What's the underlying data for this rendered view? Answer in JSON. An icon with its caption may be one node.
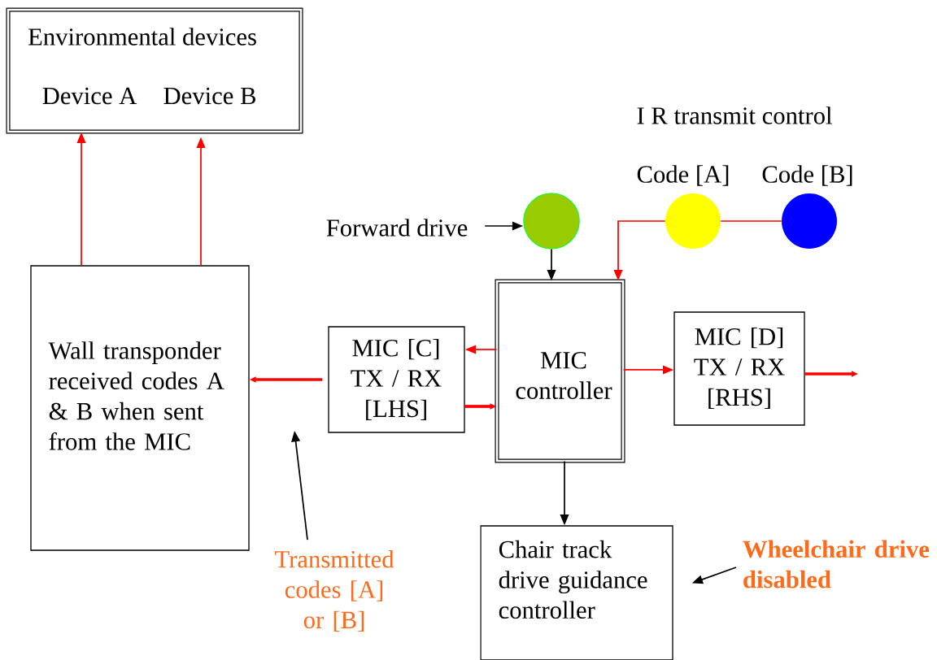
{
  "diagram": {
    "nodes": [
      {
        "text": [
          "Environmental devices",
          "Device A",
          "Device B"
        ]
      },
      {
        "text": [
          "Wall transponder received codes A & B when sent from the MIC"
        ]
      },
      {
        "text": [
          "MIC [C] TX / RX [LHS]"
        ]
      },
      {
        "text": [
          "MIC controller"
        ]
      },
      {
        "text": [
          "MIC [D] TX / RX [RHS]"
        ]
      },
      {
        "text": [
          "Forward drive"
        ]
      },
      {
        "text": [],
        "shape": "circle"
      },
      {
        "text": [
          "Code [A]"
        ]
      },
      {
        "text": [
          "Code [B]"
        ]
      },
      {
        "text": [
          "Chair track drive guidance controller"
        ]
      },
      {
        "text": [
          "Transmitted codes [A] or [B]"
        ]
      },
      {
        "text": [
          "Wheelchair drive disabled"
        ]
      }
    ],
    "edges": [
      {
        "from": 1,
        "to": 0,
        "arrow": "to"
      },
      {
        "from": 1,
        "to": 0,
        "arrow": "to"
      },
      {
        "from": 3,
        "to": 2,
        "arrow": "to"
      },
      {
        "from": 2,
        "to": 3,
        "arrow": "to",
        "style": "thick"
      },
      {
        "from": 2,
        "to": 1,
        "arrow": "to",
        "style": "thick"
      },
      {
        "from": 3,
        "to": 4,
        "arrow": "to"
      },
      {
        "from": 4,
        "to": null,
        "arrow": "to",
        "style": "thick"
      },
      {
        "from": 7,
        "to": 3,
        "arrow": "to"
      },
      {
        "from": 7,
        "to": 8,
        "arrow": "none"
      },
      {
        "from": 5,
        "to": 6,
        "arrow": "to",
        "color": "#000000"
      },
      {
        "from": 6,
        "to": 3,
        "arrow": "to",
        "color": "#000000"
      },
      {
        "from": 3,
        "to": 9,
        "arrow": "to",
        "color": "#000000"
      },
      {
        "from": 10,
        "to": null,
        "arrow": "to",
        "color": "#000000"
      },
      {
        "from": 11,
        "to": 9,
        "arrow": "to",
        "color": "#000000"
      }
    ],
    "labels": [
      "I R transmit control"
    ]
  }
}
